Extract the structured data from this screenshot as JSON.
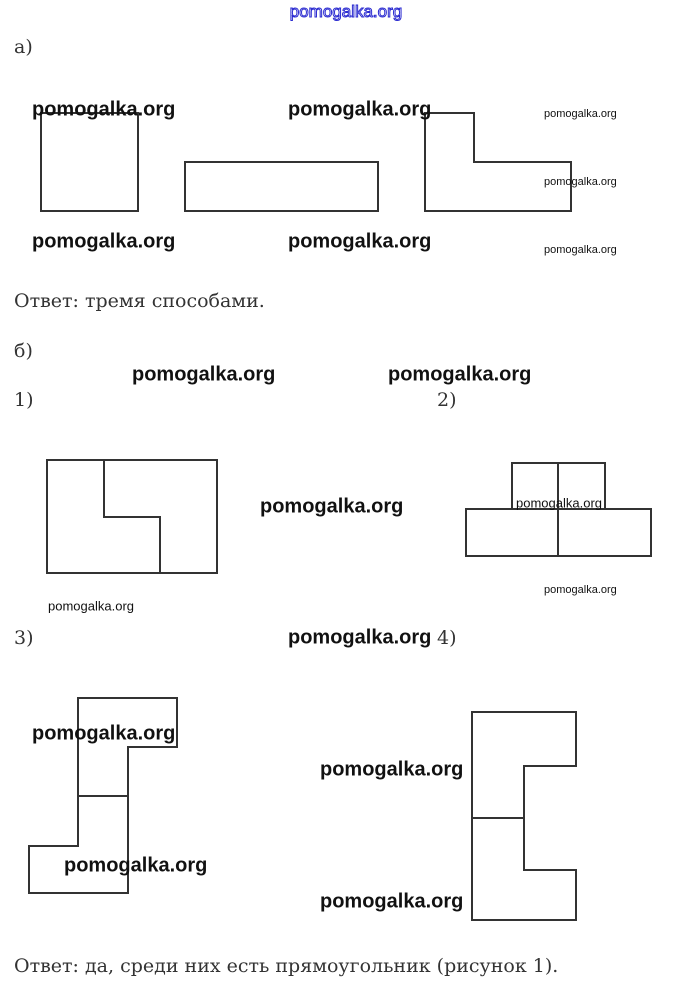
{
  "header_watermark": "pomogalka.org",
  "watermark": "pomogalka.org",
  "part_a": {
    "label": "а)",
    "answer": "Ответ: тремя способами."
  },
  "part_b": {
    "label": "б)",
    "fig1": "1)",
    "fig2": "2)",
    "fig3": "3)",
    "fig4": "4)",
    "answer": "Ответ: да, среди них есть прямоугольник (рисунок 1)."
  }
}
